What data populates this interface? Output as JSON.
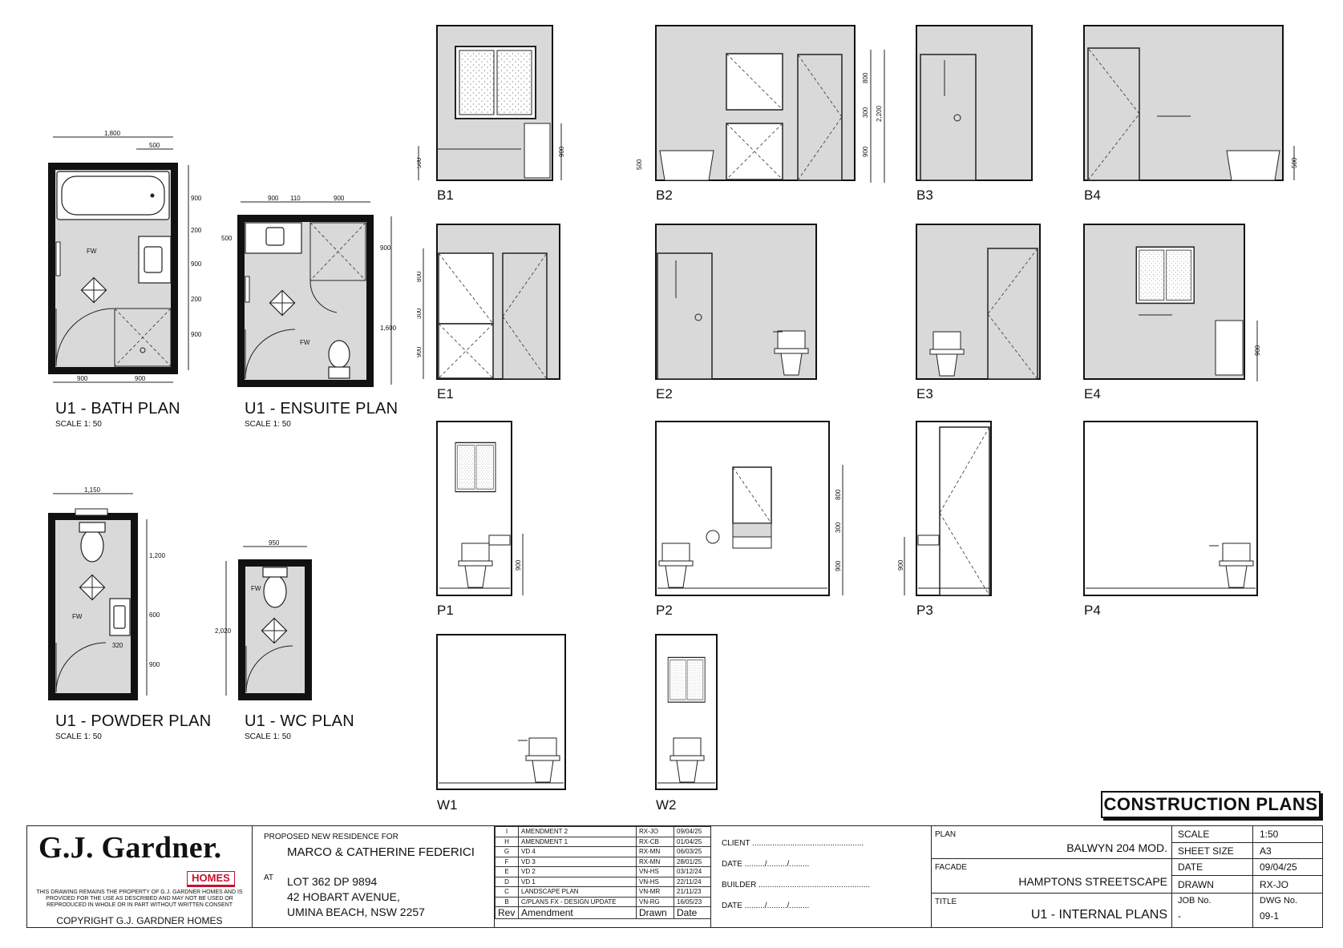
{
  "plans": {
    "bath": {
      "title": "U1 - BATH PLAN",
      "scale": "SCALE 1: 50",
      "dims": [
        "1,800",
        "500",
        "900",
        "200",
        "900",
        "200",
        "900",
        "900",
        "900"
      ],
      "fw": "FW"
    },
    "ensuite": {
      "title": "U1 - ENSUITE PLAN",
      "scale": "SCALE 1: 50",
      "dims": [
        "900",
        "110",
        "900",
        "500",
        "900",
        "1,600"
      ],
      "fw": "FW"
    },
    "powder": {
      "title": "U1 - POWDER PLAN",
      "scale": "SCALE 1: 50",
      "dims": [
        "1,150",
        "1,200",
        "600",
        "900",
        "320"
      ],
      "fw": "FW"
    },
    "wc": {
      "title": "U1 - WC PLAN",
      "scale": "SCALE 1: 50",
      "dims": [
        "950",
        "2,020"
      ],
      "fw": "FW"
    }
  },
  "elevations": {
    "B1": "B1",
    "B2": "B2",
    "B3": "B3",
    "B4": "B4",
    "E1": "E1",
    "E2": "E2",
    "E3": "E3",
    "E4": "E4",
    "P1": "P1",
    "P2": "P2",
    "P3": "P3",
    "P4": "P4",
    "W1": "W1",
    "W2": "W2"
  },
  "elevation_dims": {
    "b1_left": "500",
    "b1_right": "900",
    "b2_left": "500",
    "b2_r1": "800",
    "b2_r2": "300",
    "b2_r3": "900",
    "b2_r4": "2,200",
    "b4_right": "500",
    "e1_1": "800",
    "e1_2": "300",
    "e1_3": "900",
    "e4_right": "900",
    "p1_right": "900",
    "p2_1": "800",
    "p2_2": "300",
    "p2_3": "900",
    "p3_left": "900"
  },
  "stamp": "CONSTRUCTION PLANS",
  "title_block": {
    "brand": "G.J. Gardner.",
    "brand_sub": "HOMES",
    "disclaimer": "THIS DRAWING REMAINS THE PROPERTY OF G.J. GARDNER HOMES AND IS PROVIDED FOR THE USE AS DESCRIBED AND MAY NOT BE USED OR REPRODUCED IN WHOLE OR IN PART WITHOUT WRITTEN CONSENT",
    "copyright": "COPYRIGHT G.J. GARDNER HOMES",
    "proposed_label": "PROPOSED NEW RESIDENCE FOR",
    "client_name": "MARCO & CATHERINE FEDERICI",
    "at_label": "AT",
    "address_1": "LOT 362 DP 9894",
    "address_2": "42 HOBART AVENUE,",
    "address_3": "UMINA BEACH, NSW 2257",
    "revisions": [
      {
        "rev": "I",
        "amendment": "AMENDMENT 2",
        "drawn": "RX-JO",
        "date": "09/04/25"
      },
      {
        "rev": "H",
        "amendment": "AMENDMENT 1",
        "drawn": "RX-CB",
        "date": "01/04/25"
      },
      {
        "rev": "G",
        "amendment": "VD 4",
        "drawn": "RX-MN",
        "date": "06/03/25"
      },
      {
        "rev": "F",
        "amendment": "VD 3",
        "drawn": "RX-MN",
        "date": "28/01/25"
      },
      {
        "rev": "E",
        "amendment": "VD 2",
        "drawn": "VN-HS",
        "date": "03/12/24"
      },
      {
        "rev": "D",
        "amendment": "VD 1",
        "drawn": "VN-HS",
        "date": "22/11/24"
      },
      {
        "rev": "C",
        "amendment": "LANDSCAPE PLAN",
        "drawn": "VN-MR",
        "date": "21/11/23"
      },
      {
        "rev": "B",
        "amendment": "C/PLANS FX - DESIGN UPDATE",
        "drawn": "VN-RG",
        "date": "16/05/23"
      }
    ],
    "rev_head": {
      "rev": "Rev",
      "amendment": "Amendment",
      "drawn": "Drawn",
      "date": "Date"
    },
    "client_line": "CLIENT ..................................................",
    "date_line_1": "DATE ........./........./.........",
    "builder_line": "BUILDER ..................................................",
    "date_line_2": "DATE ........./........./.........",
    "plan_label": "PLAN",
    "plan_value": "BALWYN 204 MOD.",
    "facade_label": "FACADE",
    "facade_value": "HAMPTONS STREETSCAPE",
    "title_label": "TITLE",
    "title_value": "U1 - INTERNAL PLANS",
    "scale_label": "SCALE",
    "scale_value": "1:50",
    "sheet_label": "SHEET SIZE",
    "sheet_value": "A3",
    "date_label": "DATE",
    "date_value": "09/04/25",
    "drawn_label": "DRAWN",
    "drawn_value": "RX-JO",
    "job_label": "JOB No.",
    "job_value": "-",
    "dwg_label": "DWG No.",
    "dwg_value": "09-1"
  }
}
